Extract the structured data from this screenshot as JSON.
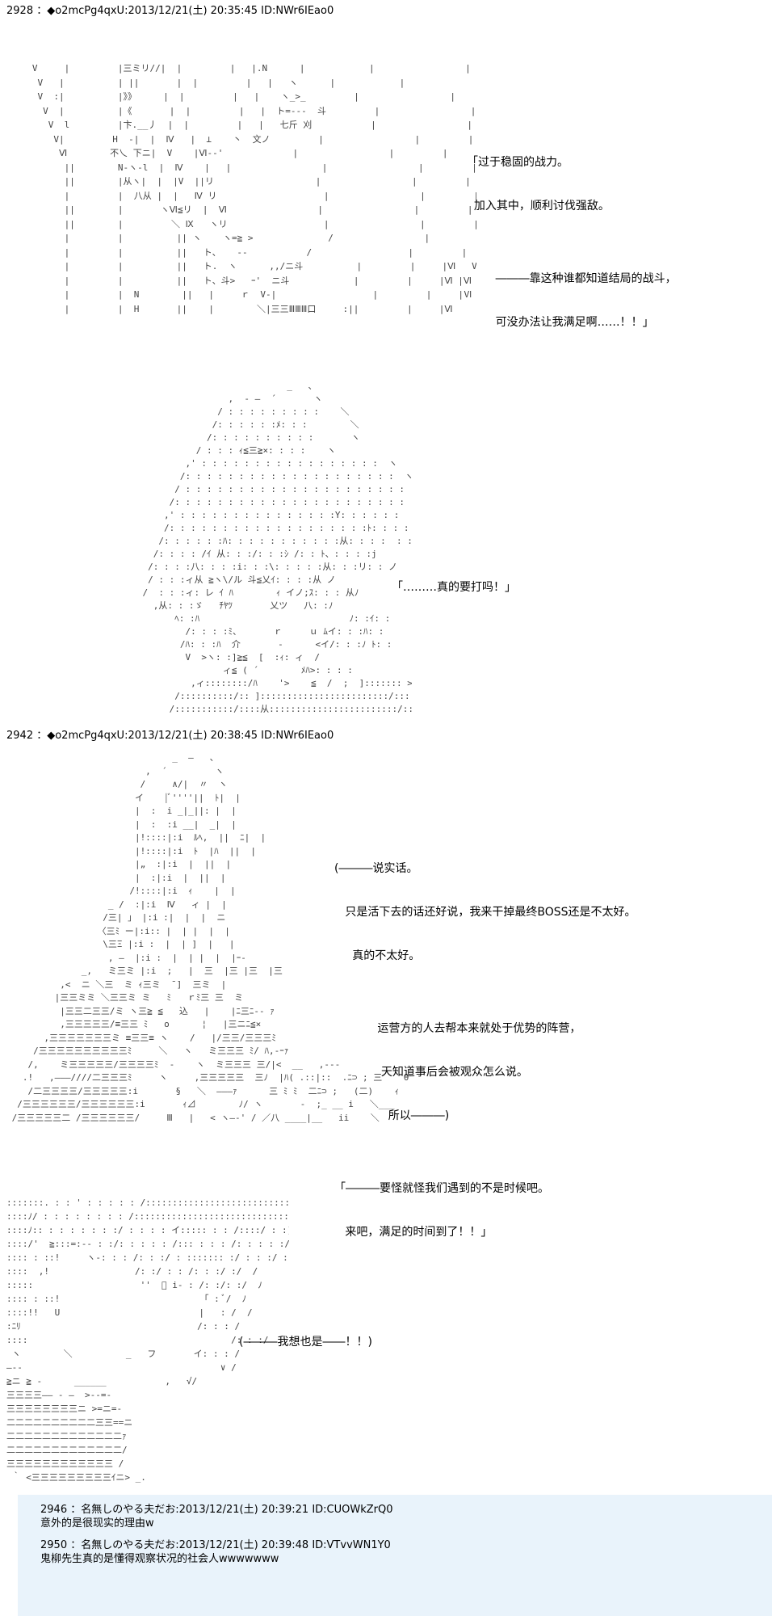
{
  "posts": [
    {
      "header": "2928 ：◆o2mcPg4qxU:2013/12/21(土) 20:35:45 ID:NWr6IEao0",
      "art1": "   V     |         |三ミリ//|  |         |   |.N      |            |                 |         |     |     |    |\n    V   |          | ||       |  |         |   |   ヽ      |            |                 |         |     |     |    |\n    V  :|          |》》     |  |         |   |    ヽ_>_         |                 |         |     |     |    |\n     V  |          |《       |  |         |   |  ト=--‐  斗         |                 |         |     |     |    |\n      V  l         |卞.__丿  |  |         |   |   七斤 刈           |                 |         |     |     |    |\n       V|         H  ‐|  |  Ⅳ   |  ⊥    丶  文ノ         |                 |         |     |     |    |\n        Ⅵ        不乀 下ニ|  V    |Ⅵ-‐'             |                 |         |     |     |    |\n         ||        N‐ヽ‐l  |  Ⅳ    |   |                 |                 |         |     |     |    |\n         ||        |从ヽ|  |  |V  ||リ                   |                 |         |     |     |    |\n         |         |  八从 |  |   Ⅳ リ                    |                 |         |     |     |    |\n         ||        |       ヽⅥ≦リ  |  Ⅵ                 |                 |         |     |     |    |\n         ||        |         ＼ Ⅸ   ヽリ                  |                 |         |     |     |    |\n         |         |          || ヽ    ヽ=≧ >              /                 |         |     |     |    L_\n         |         |          ||   ト、   -‐           /                  |         |     |     |    V  ＼\n         |         |          ||   ト.  ヽ      ,,/ニ斗          |         |     |Ⅵ   V\n         |         |          ||   ト、斗>   ｰ'  ニ斗            |         |     |Ⅵ |Ⅵ   V\n         |         |  N        ||   |     ｒ  V‐|                  |         |     |Ⅵ    V   Ⅵ\n         |         |  H       ||    |        ＼|三三ⅢⅢⅢ口     :||         |     |Ⅵ      V   Ⅵ",
      "art2": "                               _   ､\n                    ,  - ―  ´       ヽ\n                  / : : : : : : : : :    ＼\n                 /: : : : : :ﾒ: : :        ＼\n                /: : : : : : : : : :       ヽ\n              / : : : ｨ≦三≧×: : : :    ヽ\n            ,' : : : : : : : : : : : : : : : : :  ヽ\n           /: : : : : : : : : : : : : : : : : : : :  ヽ\n          / : : : : : : : : : : : : : : : : : : : : :  ヽ\n         /: : : : : : : : : : : : : : : : : : : : : : : :  ヽ\n        ,' : : : : : : : : : : : : : : :Y: : : : : :  ヽ\n        /: : : : : : : : : : : : : : : : : : :ﾄ: : : :  ＼\n       /: : : : : :ﾊ: : : : : : : : : : :从: : : :  : :Y\n      /: : : : /ｲ 从: : :/: : :ｼ /: : ﾄ、: : : :j\n     /: : : :八: : : :i: : :\\: : : : :从: : :リ: : ノ\n     / : : :ィ从 ≧ヽ\\/ル 斗≦乂ｲ: : : :从 ノ\n    /  : : :ィ: レ ｲ ﾊ        ｨ イノ;ｽ: : : 从ﾉ\n      ,从: : :ゞ   ﾁﾔﾂ       乂ツ   八: :ﾉ\n          ﾍ: :ﾊ                            ﾉ: :ｲ: :\n            /: : : :ﾐ、      ｒ     ｕ ﾑイ: : :ﾊ: :\n           /ﾊ: : :ﾊ  介       ‐      <イ/: : :ﾉ ﾄ: :\n            V  >ヽ: :]≧≦  [  :ｨ: ィ  /\n                   ィ≦ ( ´        ﾒﾊ>: : : :\n             ,ィ::::::::/ﾊ    '>    ≦  /  ;  ]::::::: >\n          /::::::::::/:: ]::::::::::::::::::::::::/:::::::  /\n         /:::::::::::/::::从::::::::::::::::::::::::/:::::ィ::: [::::::::::]",
      "art1_dialogue": {
        "lines": [
          "「过于稳固的战力。",
          "  加入其中，顺利讨伐强敌。",
          "",
          "        ―――靠这种谁都知道结局的战斗，",
          "        可没办法让我满足啊……！！」"
        ]
      },
      "art2_dialogue": "「………真的要打吗！」"
    },
    {
      "header": "2942 ：◆o2mcPg4qxU:2013/12/21(土) 20:38:45 ID:NWr6IEao0",
      "art": "                               _  ―   、\n                          ,  ´         ヽ\n                         /     ∧/|  〃  ヽ\n                        イ    |ﾞ''''||  ﾄ|  |\n                        |  :  i _|_||: |  |\n                        |  :  :i __|  _|  |\n                        |!::::|:i  ﾙﾍ,  ||  ﾆ|  |\n                        |!::::|:i  ﾄ  |ﾊ  ||  |\n                        |„  :|:i  |  ||  |\n                        |  :|:i  |  ||  |\n                       /!::::|:i  ｨ    |  |\n                   _ /  :|:i  Ⅳ   ィ |  |\n                  /三| 」 |:i :|  |  |  ニ\n                 〈三ﾐ ー|:i:: |  | |  |  |\n                  \\三Ξ |:i :  |  | ]  |   |\n                   , ―  |:i :  |  | |  |  |ｰ‐\n              _,   ミ三ミ |:i  ;   |  三  |三 |三  |三\n          ,<  ニ ＼三  ミ ｨ三ミ  ̄ ]  三ミ  |\n         |三三ミミ ＼三三ミ ミ   ﾐ   ｒﾐ三 三  ミ\n          |三三二三三/ミ ヽ三≧ ≦   込   |    |ﾆ三ﾆ-- ｧ\n          ,三三三三三/≡三三 ﾐ   o      ¦   |三ニﾆ≦×\n       ,三三三三三三三ミ ≡三三≡ ヽ    /   |/三三/三三三ﾐ\n     /三三三三三三三三三三ﾐ     ＼   ヽ   ミ三三三 ﾐ/ ﾊ,-ｰｧ\n    /,    ミ三三三三三/三三三三ﾐ  ‐    ヽ  ミ三三三 三/|<  __   ,--‐\n   .!   ,―――////二三三三ﾐ     ヽ     ,三三三三三  三ﾉ  |ﾊ( .::|::  .ﾆ⊃ ; 三    θ\n    /二三三三三/三三三三三:i       §   ＼  ―――ｧ      三 ﾐ ﾐ  二ﾆ⊃ ;   (二)    ｨ\n  /三三三三三三/三三三三三三:i       ｨ⊿        ﾉ/ ヽ       ‐  ;_ __ i   ＼___\n /三三三三三二 /三三三三三三/     Ⅲ   |   < ヽ―‐' / ／八 ____|__   ii    ＼",
      "dialogue": {
        "lines": [
          "(―――说实话。",
          "   只是活下去的话还好说，我来干掉最终BOSS还是不太好。",
          "     真的不太好。",
          "",
          "            运营方的人去帮本来就处于优势的阵营，",
          "             天知道事后会被观众怎么说。",
          "               所以―――)",
          "",
          "「―――要怪就怪我们遇到的不是时候吧。",
          "   来吧，满足的时间到了！！」"
        ]
      }
    },
    {
      "art": ":::::::. : : ' : : : : : /::::::::::::::::::::::::::::::::::: ＼\n::::ﾉ/ : : : : : : : : /::::::::::::::::::::::::::::::::::::::: ＼\n::::ﾉ:: : : : : : : :/ : : : : イ::::: : : /::::/ : :)\n::::/'  ≧:::=:-‐ : :/: : : : : /::: : : : /: : : : :/\n:::: : ::!     ヽ‐: : : /: : :/ : ::::::: :/ : : :/ : /\n::::  ,!                /: :/ : : /: : :/ :/  /\n:::::                    ''  ﾞ i‐ : /: :/: :/  ﾉ\n:::: : ::!                           ｢ : ﾞ/  ﾉ\n::::!!   U                          |   : /  /\n:ﾆﾘ                                 /: : : /\n::::                                      /: : :/\n ヽ        ＼          _   フ       イ: : : /\n―‐-                                     ∨ /\n≧ニ ≧ -      ______           ,   √/\n三三三三―― - ―  >--=-\n三三三三三三三三ニ >=ニ=-\n二二二二二二二二二二三三==ニ\n二二二二二二二二二二二二二ｧ\n二二二二二二二二二二二二二/\n三三三三三三三三三三三三 /\n ｀ <三三三三三三三三三ｲニ> _.",
      "dialogue": "(―――我想也是――！！)"
    }
  ],
  "comments": [
    {
      "header": "2946 ：名無しのやる夫だお:2013/12/21(土) 20:39:21 ID:CUOWkZrQ0",
      "body": "意外的是很现实的理由w"
    },
    {
      "header": "2950 ：名無しのやる夫だお:2013/12/21(土) 20:39:48 ID:VTvvWN1Y0",
      "body": "鬼柳先生真的是懂得观察状况的社会人wwwwwww"
    }
  ]
}
